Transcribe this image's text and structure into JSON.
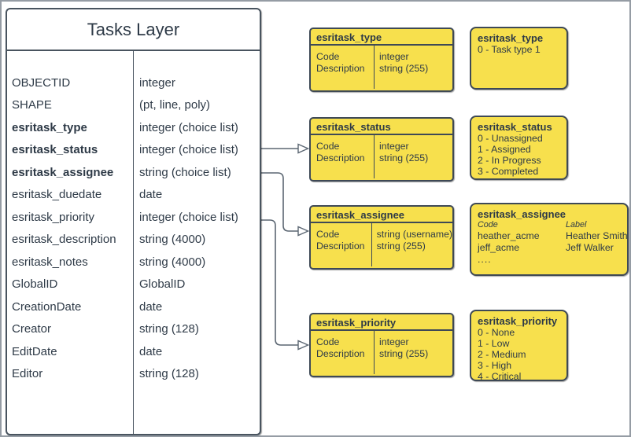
{
  "colors": {
    "yellow": "#f7e04d",
    "shape_border": "#3e4956",
    "text": "#2e3a47",
    "connector": "#5b6672"
  },
  "tasks_layer": {
    "title": "Tasks Layer",
    "fields": [
      {
        "name": "OBJECTID",
        "type": "integer",
        "bold": false
      },
      {
        "name": "SHAPE",
        "type": "(pt, line, poly)",
        "bold": false
      },
      {
        "name": "esritask_type",
        "type": "integer (choice list)",
        "bold": true
      },
      {
        "name": "esritask_status",
        "type": "integer (choice list)",
        "bold": true
      },
      {
        "name": "esritask_assignee",
        "type": "string (choice list)",
        "bold": true
      },
      {
        "name": "esritask_duedate",
        "type": "date",
        "bold": false
      },
      {
        "name": "esritask_priority",
        "type": "integer (choice list)",
        "bold": false
      },
      {
        "name": "esritask_description",
        "type": "string (4000)",
        "bold": false
      },
      {
        "name": "esritask_notes",
        "type": "string (4000)",
        "bold": false
      },
      {
        "name": "GlobalID",
        "type": "GlobalID",
        "bold": false
      },
      {
        "name": "CreationDate",
        "type": "date",
        "bold": false
      },
      {
        "name": "Creator",
        "type": "string (128)",
        "bold": false
      },
      {
        "name": "EditDate",
        "type": "date",
        "bold": false
      },
      {
        "name": "Editor",
        "type": "string (128)",
        "bold": false
      }
    ]
  },
  "detail_tables": [
    {
      "title": "esritask_type",
      "rows": [
        {
          "field": "Code",
          "type": "integer"
        },
        {
          "field": "Description",
          "type": "string (255)"
        }
      ]
    },
    {
      "title": "esritask_status",
      "rows": [
        {
          "field": "Code",
          "type": "integer"
        },
        {
          "field": "Description",
          "type": "string (255)"
        }
      ]
    },
    {
      "title": "esritask_assignee",
      "rows": [
        {
          "field": "Code",
          "type": "string (username)"
        },
        {
          "field": "Description",
          "type": "string (255)"
        }
      ]
    },
    {
      "title": "esritask_priority",
      "rows": [
        {
          "field": "Code",
          "type": "integer"
        },
        {
          "field": "Description",
          "type": "string (255)"
        }
      ]
    }
  ],
  "domain_boxes": {
    "type": {
      "title": "esritask_type",
      "values": [
        "0 - Task type 1"
      ]
    },
    "status": {
      "title": "esritask_status",
      "values": [
        "0 - Unassigned",
        "1 - Assigned",
        "2 - In Progress",
        "3 - Completed"
      ]
    },
    "assignee": {
      "title": "esritask_assignee",
      "code_header": "Code",
      "label_header": "Label",
      "entries": [
        {
          "code": "heather_acme",
          "label": "Heather Smith"
        },
        {
          "code": "jeff_acme",
          "label": "Jeff Walker"
        }
      ],
      "more": "...."
    },
    "priority": {
      "title": "esritask_priority",
      "values": [
        "0 - None",
        "1 - Low",
        "2 - Medium",
        "3 - High",
        "4 - Critical"
      ]
    }
  },
  "relationships": [
    {
      "from": "esritask_status",
      "to": "esritask_status detail table"
    },
    {
      "from": "esritask_assignee",
      "to": "esritask_assignee detail table"
    },
    {
      "from": "esritask_priority",
      "to": "esritask_priority detail table"
    }
  ]
}
